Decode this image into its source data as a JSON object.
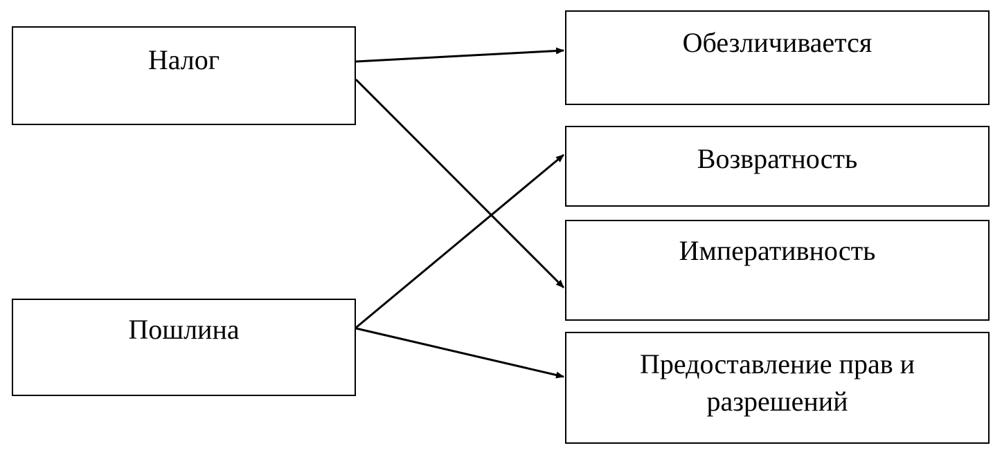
{
  "diagram": {
    "sources": [
      {
        "id": "nalog",
        "label": "Налог"
      },
      {
        "id": "poshlina",
        "label": "Пошлина"
      }
    ],
    "targets": [
      {
        "id": "obezl",
        "label": "Обезличивается"
      },
      {
        "id": "vozvrat",
        "label": "Возвратность"
      },
      {
        "id": "imper",
        "label": "Императивность"
      },
      {
        "id": "predost",
        "label": "Предоставление прав и разрешений"
      }
    ],
    "connections": [
      {
        "from": "Налог",
        "to": "Обезличивается"
      },
      {
        "from": "Налог",
        "to": "Императивность"
      },
      {
        "from": "Пошлина",
        "to": "Возвратность"
      },
      {
        "from": "Пошлина",
        "to": "Предоставление прав и разрешений"
      }
    ],
    "colors": {
      "stroke": "#000000",
      "background": "#ffffff"
    }
  }
}
